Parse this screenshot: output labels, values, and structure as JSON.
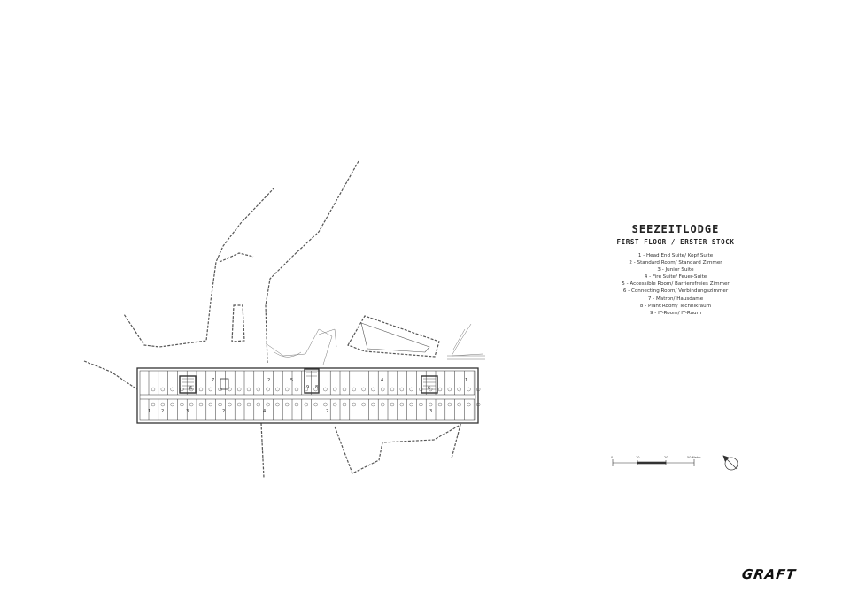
{
  "title": "SEEZEITLODGE",
  "subtitle": "FIRST FLOOR / ERSTER STOCK",
  "legend": [
    "1 - Head End Suite/ Kopf Suite",
    "2 - Standard Room/ Standard Zimmer",
    "3 - Junior Suite",
    "4 - Fire Suite/ Feuer-Suite",
    "5 - Accessible Room/ Barrierefreies Zimmer",
    "6 - Connecting Room/ Verbindungszimmer",
    "7 - Matron/ Hausdame",
    "8 - Plant Room/ Technikraum",
    "9 - IT-Room/ IT-Raum"
  ],
  "scale_bar": {
    "labels": [
      "0",
      "10",
      "20",
      "50 Meter"
    ]
  },
  "north_arrow": "north-arrow-icon",
  "logo": "GRAFT",
  "room_labels": {
    "upper": [
      "6",
      "7",
      "2",
      "5",
      "4",
      "6",
      "1"
    ],
    "lower": [
      "1",
      "2",
      "3",
      "2",
      "4",
      "2",
      "3"
    ],
    "core": [
      "9",
      "8"
    ]
  },
  "colors": {
    "line": "#333333",
    "background": "#ffffff"
  }
}
